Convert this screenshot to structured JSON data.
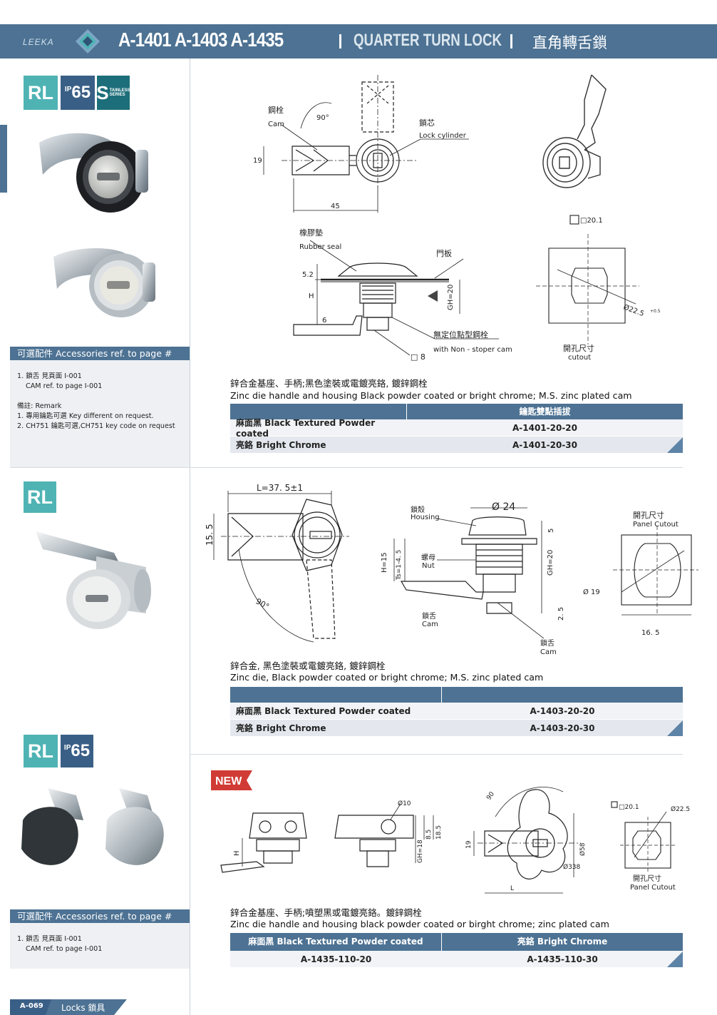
{
  "header": {
    "brand": "LEEKA",
    "models": "A-1401 A-1403 A-1435",
    "subtitle": "QUARTER TURN LOCK",
    "subtitle_cn": "直角轉舌鎖",
    "colors": {
      "bar": "#4d7293",
      "accent": "#4fb3b4"
    }
  },
  "badges": {
    "rl": "RL",
    "ip_prefix": "IP",
    "ip_value": "65",
    "s_letter": "S",
    "s_text": "TAINLESS SERIES"
  },
  "section1": {
    "accessories_title": "可選配件 Accessories ref. to page #",
    "accessories": [
      "1. 鎖舌 見頁面 I-001",
      "CAM  ref. to page I-001"
    ],
    "remark_title": "備註: Remark",
    "remarks": [
      "1. 專用鑰匙可選 Key different on request.",
      "2. CH751 鑰匙可選,CH751 key code on request"
    ],
    "labels": {
      "cam_cn": "鋼栓",
      "cam": "Cam",
      "angle": "90°",
      "lock_cn": "鎖芯",
      "lock": "Lock  cylinder",
      "dim_19": "19",
      "dim_45": "45",
      "seal_cn": "橡膠墊",
      "seal": "Rubber    seal",
      "door_cn": "門板",
      "dim_52": "5.2",
      "dim_h": "H",
      "dim_6": "6",
      "dim_gh": "GH=20",
      "stopper_cn": "無定位點型鋼栓",
      "stopper": "with  Non  - stoper   cam",
      "dim_8": "□ 8",
      "cut_sq": "□20.1",
      "cut_dia": "Ø22.5",
      "cut_dia_tol": "+0.5",
      "cutout_cn": "開孔尺寸",
      "cutout": "cutout"
    },
    "desc_cn": "鋅合金基座、手柄;黑色塗裝或電鍍亮鉻, 鍍鋅鋼栓",
    "desc_en": "Zinc die handle and housing Black powder coated or bright chrome; M.S. zinc plated cam",
    "table": {
      "header": [
        "",
        "鑰匙雙點插拔"
      ],
      "rows": [
        [
          "麻面黑 Black Textured Powder coated",
          "A-1401-20-20"
        ],
        [
          "亮鉻 Bright Chrome",
          "A-1401-20-30"
        ]
      ]
    }
  },
  "section2": {
    "labels": {
      "dim_l": "L=37. 5±1",
      "dim_155": "15. 5",
      "angle": "90°",
      "housing_cn": "鎖殼",
      "housing": "Housing",
      "dia_24": "Ø 24",
      "dim_5": "5",
      "nut_cn": "螺母",
      "nut": "Nut",
      "dim_h15": "H=15",
      "dim_ts": "Ts=1-4. 5",
      "dim_gh": "GH=20",
      "cam_cn": "鎖舌",
      "cam": "Cam",
      "dim_25": "2. 5",
      "dia_19": "Ø 19",
      "cutout_cn": "開孔尺寸",
      "cutout": "Panel Cutout",
      "dim_165": "16. 5"
    },
    "desc_cn": "鋅合金, 黑色塗裝或電鍍亮鉻, 鍍鋅鋼栓",
    "desc_en": "Zinc die, Black powder coated or bright chrome; M.S. zinc plated cam",
    "table": {
      "header": [
        "",
        ""
      ],
      "rows": [
        [
          "麻面黑 Black Textured Powder coated",
          "A-1403-20-20"
        ],
        [
          "亮鉻 Bright Chrome",
          "A-1403-20-30"
        ]
      ]
    }
  },
  "section3": {
    "new_tag": "NEW",
    "accessories_title": "可選配件 Accessories ref. to page #",
    "accessories": [
      "1. 鎖舌 見頁面 I-001",
      "CAM  ref. to page I-001"
    ],
    "labels": {
      "dim_h": "H",
      "dia_10": "Ø10",
      "dim_gh": "GH=18",
      "dim_85": "8.5",
      "dim_185": "18.5",
      "angle": "90",
      "dim_19": "19",
      "dia_58": "Ø58",
      "dia_338": "Ø338",
      "dim_l": "L",
      "cut_sq": "□20.1",
      "cut_dia": "Ø22.5",
      "cutout_cn": "開孔尺寸",
      "cutout": "Panel Cutout"
    },
    "desc_cn": "鋅合金基座、手柄;噴塑黑或電鍍亮鉻。鍍鋅鋼栓",
    "desc_en": "Zinc die handle and housing black powder coated or birght chrome; zinc plated cam",
    "table": {
      "header": [
        "麻面黑 Black Textured Powder coated",
        "亮鉻 Bright Chrome"
      ],
      "rows": [
        [
          "A-1435-110-20",
          "A-1435-110-30"
        ]
      ]
    }
  },
  "footer": {
    "page": "A-069",
    "title": "Locks 鎖具"
  }
}
